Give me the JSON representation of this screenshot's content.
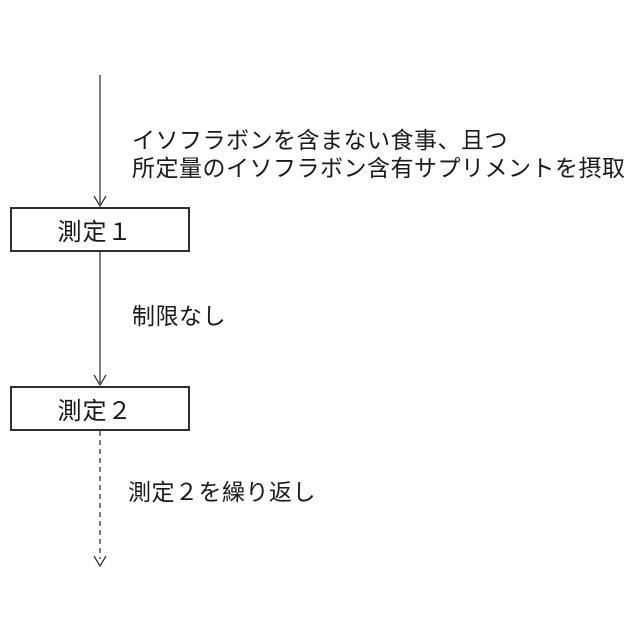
{
  "flowchart": {
    "nodes": [
      {
        "id": "box1",
        "label": "測定１"
      },
      {
        "id": "box2",
        "label": "測定２"
      }
    ],
    "edges": [
      {
        "from": "start",
        "to": "box1",
        "style": "solid",
        "label_lines": [
          "イソフラボンを含まない食事、且つ",
          "所定量のイソフラボン含有サプリメントを摂取"
        ]
      },
      {
        "from": "box1",
        "to": "box2",
        "style": "solid",
        "label_lines": [
          "制限なし"
        ]
      },
      {
        "from": "box2",
        "to": "end",
        "style": "dashed",
        "label_lines": [
          "測定２を繰り返し"
        ]
      }
    ],
    "colors": {
      "line": "#3a3a3a",
      "box_border": "#2f2f2f",
      "text": "#1a1a1a",
      "background": "#ffffff"
    }
  }
}
